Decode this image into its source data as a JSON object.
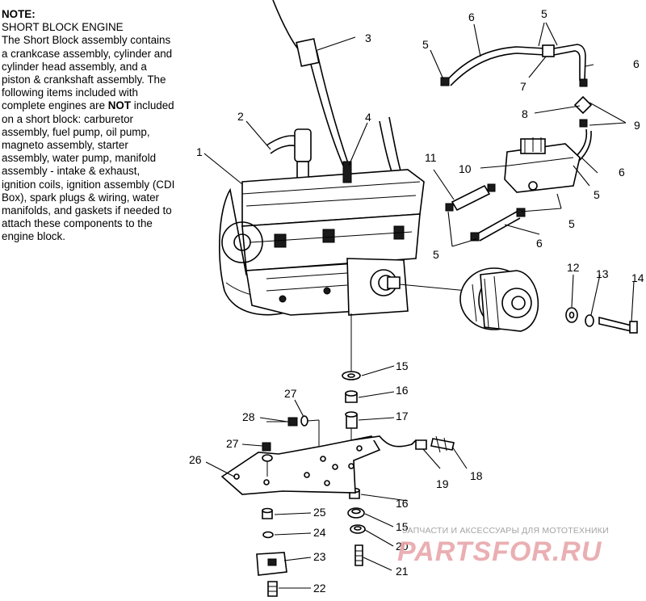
{
  "note": {
    "title": "NOTE:",
    "subtitle": "SHORT BLOCK ENGINE",
    "body_before_bold": "The Short Block assembly contains a crankcase assembly, cylinder and cylinder head assembly, and a piston & crankshaft assembly.  The following items included with complete engines are ",
    "body_bold": "NOT",
    "body_after_bold": " included on a short block: carburetor assembly, fuel pump, oil pump, magneto assembly, starter assembly, water pump, manifold assembly - intake & exhaust, ignition coils, ignition assembly (CDI Box), spark plugs & wiring, water manifolds, and gaskets if needed to attach these components to the engine block."
  },
  "callouts": {
    "c1": "1",
    "c2": "2",
    "c3": "3",
    "c4": "4",
    "c5a": "5",
    "c5b": "5",
    "c5c": "5",
    "c5d": "5",
    "c5e": "5",
    "c6a": "6",
    "c6b": "6",
    "c6c": "6",
    "c6d": "6",
    "c7": "7",
    "c8": "8",
    "c9": "9",
    "c10": "10",
    "c11": "11",
    "c12": "12",
    "c13": "13",
    "c14": "14",
    "c15a": "15",
    "c15b": "15",
    "c16a": "16",
    "c16b": "16",
    "c17": "17",
    "c18": "18",
    "c19": "19",
    "c20": "20",
    "c21": "21",
    "c22": "22",
    "c23": "23",
    "c24": "24",
    "c25": "25",
    "c26": "26",
    "c27a": "27",
    "c27b": "27",
    "c28": "28"
  },
  "watermark": {
    "tagline": "ЗАПЧАСТИ И АКСЕССУАРЫ ДЛЯ МОТОТЕХНИКИ",
    "logo": "PARTSFOR.RU",
    "color": "#e8a7ab"
  }
}
